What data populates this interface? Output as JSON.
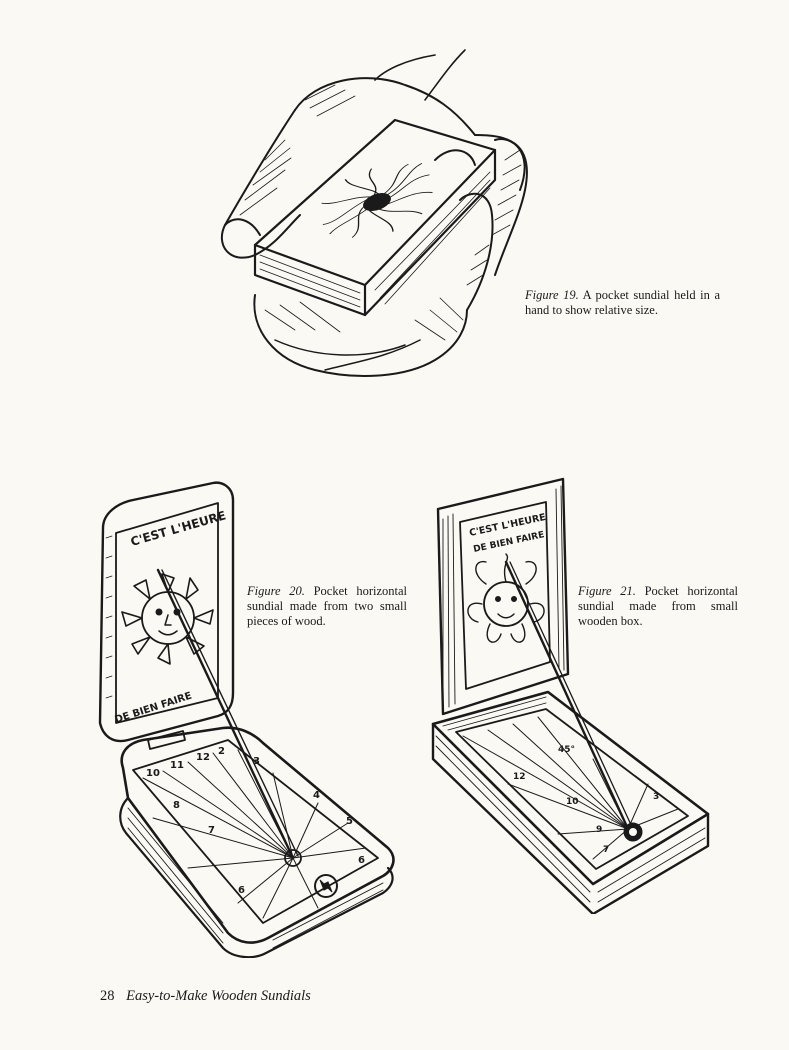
{
  "figures": [
    {
      "label": "Figure 19.",
      "caption": "A pocket sundial held in a hand to show relative size."
    },
    {
      "label": "Figure 20.",
      "caption": "Pocket horizontal sundial made from two small pieces of wood.",
      "motto_top": "C'EST L'HEURE",
      "motto_bottom": "DE BIEN FAIRE"
    },
    {
      "label": "Figure 21.",
      "caption": "Pocket horizontal sundial made from small wooden box.",
      "motto_line1": "C'EST L'HEURE",
      "motto_line2": "DE BIEN FAIRE"
    }
  ],
  "footer": {
    "page_number": "28",
    "book_title": "Easy-to-Make Wooden Sundials"
  }
}
